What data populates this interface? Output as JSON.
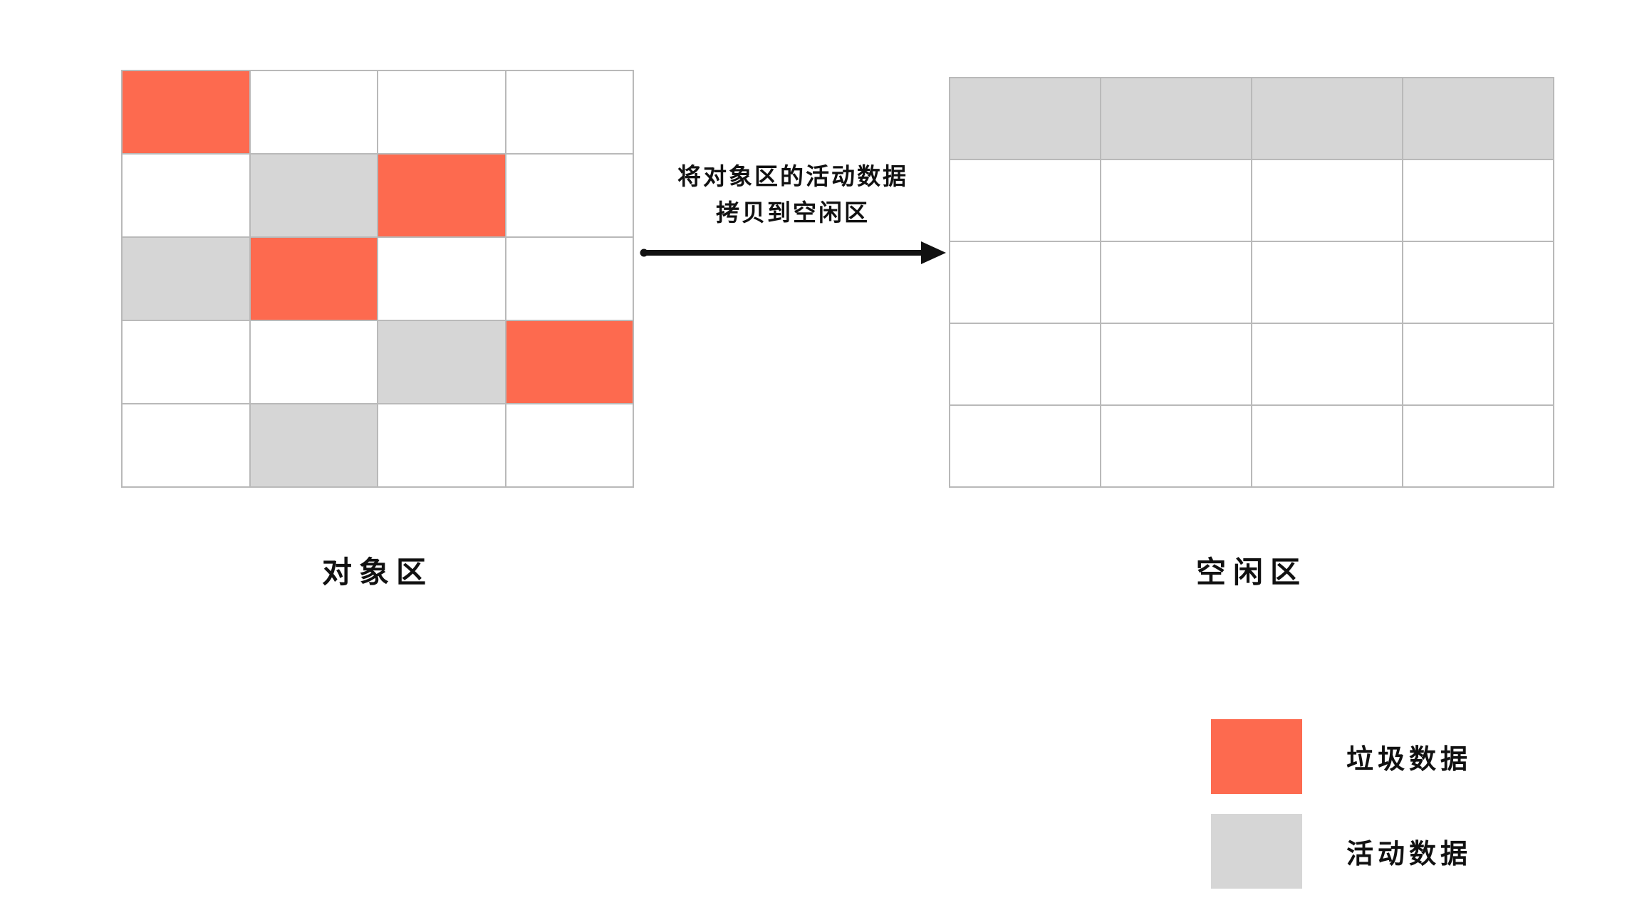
{
  "diagram": {
    "title": "",
    "colors": {
      "garbage": "#FD6A4F",
      "active": "#D6D6D6",
      "empty": "#FFFFFF",
      "grid_line": "#B9B9B9",
      "text": "#111111",
      "background": "#FFFFFF"
    },
    "object_region": {
      "caption": "对象区",
      "columns": 4,
      "rows": 5,
      "legend_key": [
        "empty",
        "active",
        "garbage"
      ],
      "cells": [
        [
          "garbage",
          "empty",
          "empty",
          "empty"
        ],
        [
          "empty",
          "active",
          "garbage",
          "empty"
        ],
        [
          "active",
          "garbage",
          "empty",
          "empty"
        ],
        [
          "empty",
          "empty",
          "active",
          "garbage"
        ],
        [
          "empty",
          "active",
          "empty",
          "empty"
        ]
      ]
    },
    "free_region": {
      "caption": "空闲区",
      "columns": 4,
      "rows": 5,
      "cells": [
        [
          "active",
          "active",
          "active",
          "active"
        ],
        [
          "empty",
          "empty",
          "empty",
          "empty"
        ],
        [
          "empty",
          "empty",
          "empty",
          "empty"
        ],
        [
          "empty",
          "empty",
          "empty",
          "empty"
        ],
        [
          "empty",
          "empty",
          "empty",
          "empty"
        ]
      ]
    },
    "arrow": {
      "icon": "arrow-right-icon",
      "direction": "right",
      "label_line_1": "将对象区的活动数据",
      "label_line_2": "拷贝到空闲区"
    },
    "legend": {
      "items": [
        {
          "swatch": "garbage",
          "label": "垃圾数据"
        },
        {
          "swatch": "active",
          "label": "活动数据"
        }
      ]
    }
  }
}
